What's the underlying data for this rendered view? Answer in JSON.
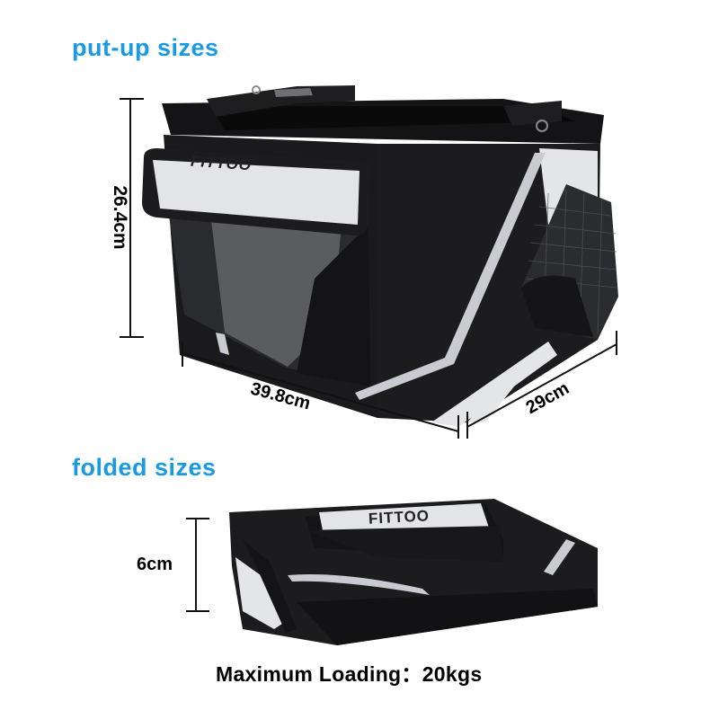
{
  "sections": {
    "putup": {
      "heading": "put-up sizes"
    },
    "folded": {
      "heading": "folded sizes"
    }
  },
  "dimensions": {
    "height": "26.4cm",
    "length": "39.8cm",
    "width": "29cm",
    "folded_thickness": "6cm"
  },
  "product": {
    "brand": "FITTOO"
  },
  "footer": {
    "label": "Maximum Loading：",
    "value": "20kgs"
  },
  "colors": {
    "heading_blue": "#1a9ae0",
    "bag_black": "#1c1c1e",
    "reflective_gray": "#c9cbd0",
    "panel_light": "#e4e5e8"
  }
}
